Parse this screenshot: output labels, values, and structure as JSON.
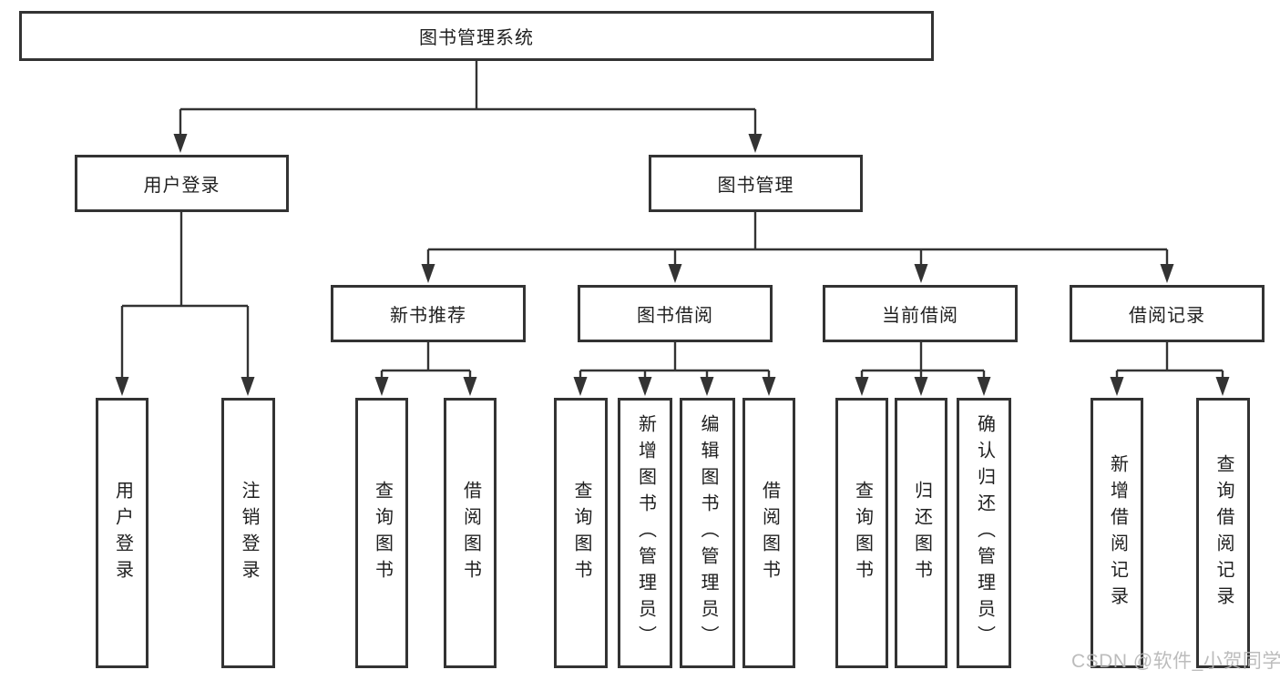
{
  "tree": {
    "root": "图书管理系统",
    "children": [
      {
        "label": "用户登录",
        "children": [
          {
            "label": "用户登录"
          },
          {
            "label": "注销登录"
          }
        ]
      },
      {
        "label": "图书管理",
        "children": [
          {
            "label": "新书推荐",
            "children": [
              {
                "label": "查询图书"
              },
              {
                "label": "借阅图书"
              }
            ]
          },
          {
            "label": "图书借阅",
            "children": [
              {
                "label": "查询图书"
              },
              {
                "label": "新增图书（管理员）"
              },
              {
                "label": "编辑图书（管理员）"
              },
              {
                "label": "借阅图书"
              }
            ]
          },
          {
            "label": "当前借阅",
            "children": [
              {
                "label": "查询图书"
              },
              {
                "label": "归还图书"
              },
              {
                "label": "确认归还（管理员）"
              }
            ]
          },
          {
            "label": "借阅记录",
            "children": [
              {
                "label": "新增借阅记录"
              },
              {
                "label": "查询借阅记录"
              }
            ]
          }
        ]
      }
    ]
  },
  "watermark": {
    "text": "CSDN @软件_小贺同学"
  },
  "colors": {
    "line": "#333333",
    "text": "#1f1f1f",
    "watermark": "#b5b5b5",
    "background": "#ffffff"
  }
}
